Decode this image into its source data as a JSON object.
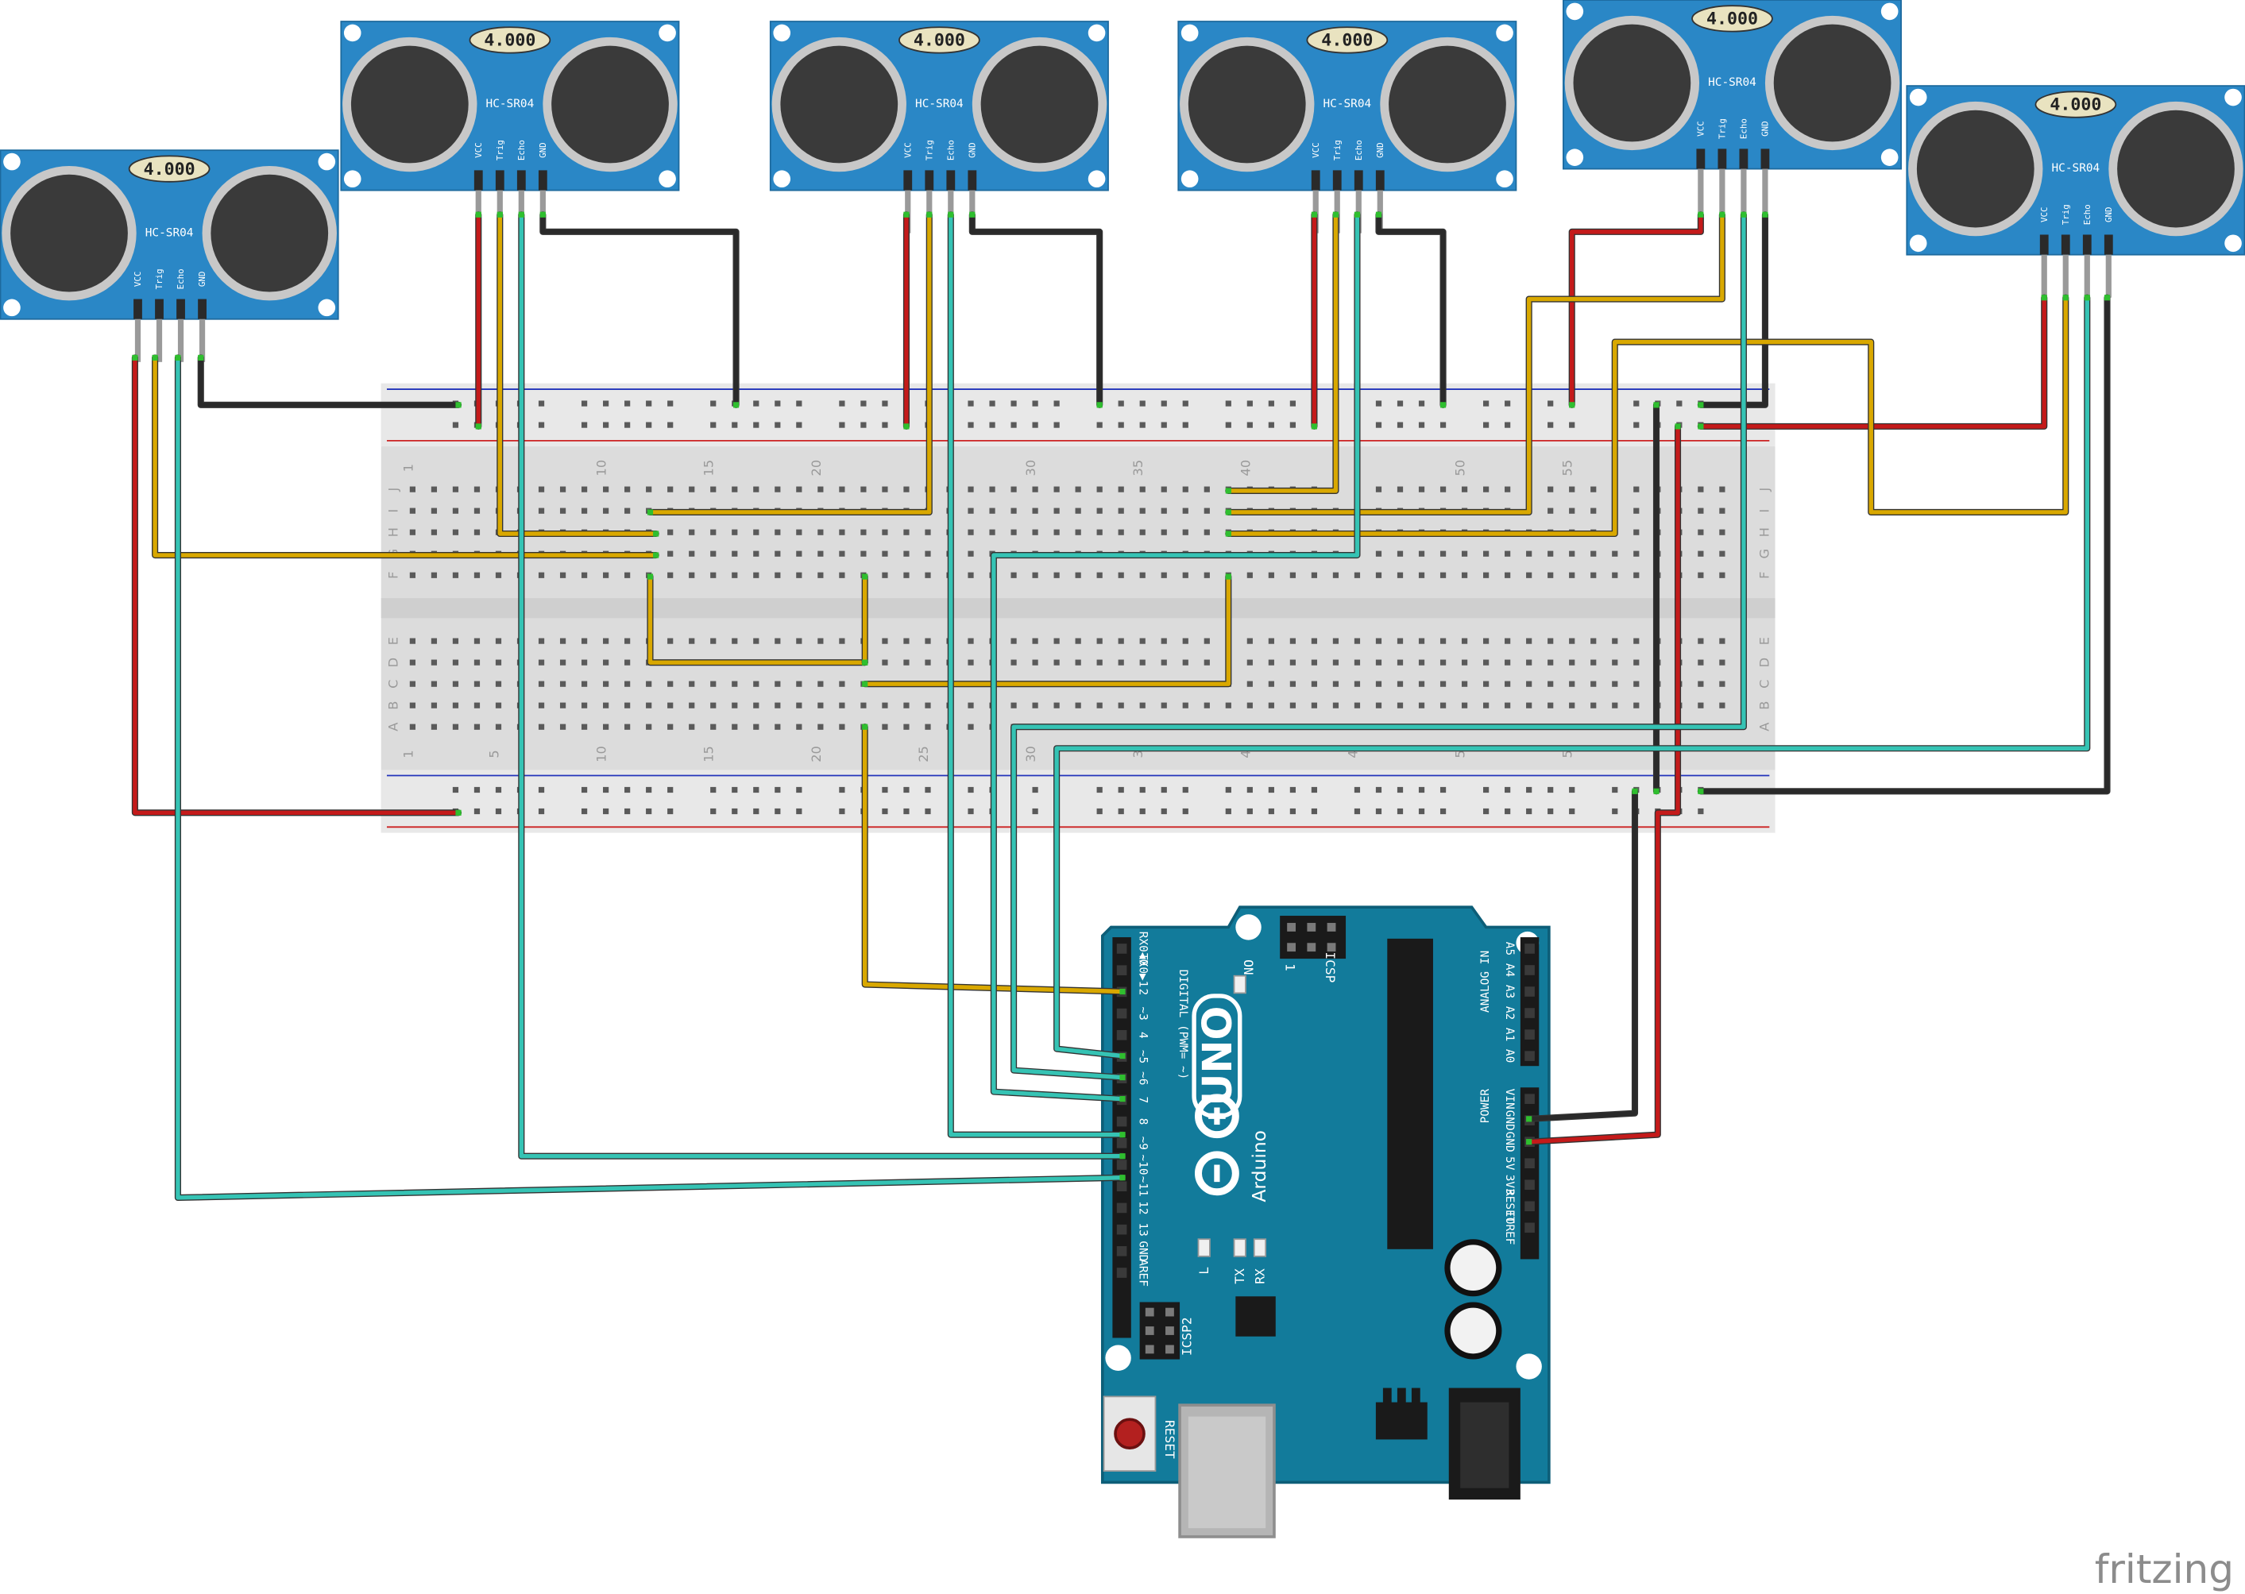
{
  "sensor": {
    "display": "4.000",
    "model": "HC-SR04",
    "pins": [
      "VCC",
      "Trig",
      "Echo",
      "GND"
    ]
  },
  "sensors": [
    {
      "id": "sensor-1"
    },
    {
      "id": "sensor-2"
    },
    {
      "id": "sensor-3"
    },
    {
      "id": "sensor-4"
    },
    {
      "id": "sensor-5"
    },
    {
      "id": "sensor-6"
    }
  ],
  "breadboard": {
    "col_numbers": [
      "1",
      "10",
      "15",
      "20",
      "30",
      "35",
      "40",
      "50",
      "55"
    ],
    "col_numbers_bottom": [
      "1",
      "5",
      "10",
      "15",
      "20",
      "25",
      "30",
      "3",
      "4",
      "4",
      "5",
      "5"
    ],
    "row_letters_top": [
      "J",
      "I",
      "H",
      "G",
      "F"
    ],
    "row_letters_bottom": [
      "E",
      "D",
      "C",
      "B",
      "A"
    ]
  },
  "arduino": {
    "logo_text": "UNO",
    "brand": "Arduino",
    "digital_label": "DIGITAL (PWM= ~)",
    "analog_label": "ANALOG IN",
    "power_label": "POWER",
    "icsp_label": "ICSP",
    "icsp2_label": "ICSP2",
    "on_label": "ON",
    "reset_label": "RESET",
    "l_label": "L",
    "tx_label": "TX",
    "rx_label": "RX",
    "icsp_pin1": "1",
    "digital_pins": [
      "RX0◀0",
      "TX0▶1",
      "2",
      "~3",
      "4",
      "~5",
      "~6",
      "7",
      "8",
      "~9",
      "~10",
      "~11",
      "12",
      "13",
      "GND",
      "AREF"
    ],
    "analog_pins": [
      "A5",
      "A4",
      "A3",
      "A2",
      "A1",
      "A0"
    ],
    "power_pins": [
      "VIN",
      "GND",
      "GND",
      "5V",
      "3V3",
      "RESET",
      "IOREF"
    ]
  },
  "colors": {
    "wire_red": "#c41a1a",
    "wire_black": "#2a2a2a",
    "wire_yellow": "#d9a800",
    "wire_cyan": "#35c3b4",
    "sensor_board": "#2a87c6",
    "arduino_board": "#127b9b"
  },
  "watermark": "fritzing"
}
